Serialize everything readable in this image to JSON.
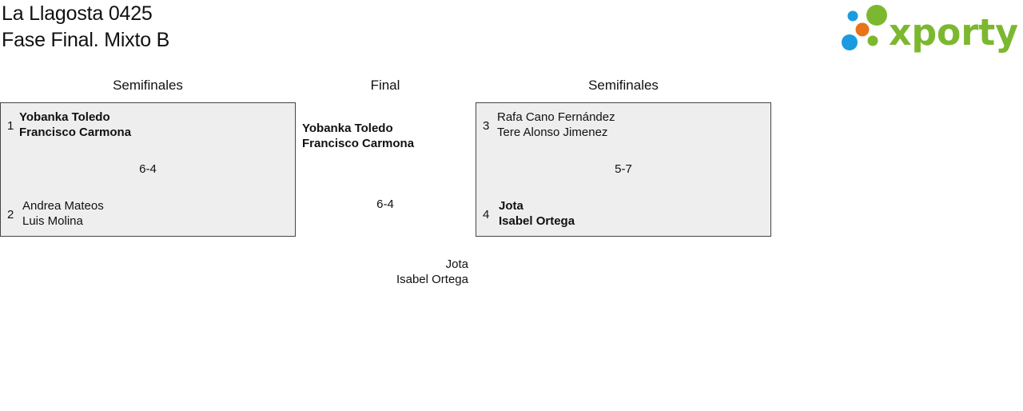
{
  "header": {
    "title_line1": "La Llagosta 0425",
    "title_line2": "Fase Final. Mixto B"
  },
  "logo": {
    "text": "xporty",
    "colors": {
      "green": "#7cb82f",
      "blue": "#1a9be0",
      "orange": "#e8731a"
    }
  },
  "columns": {
    "left": "Semifinales",
    "center": "Final",
    "right": "Semifinales"
  },
  "semifinal_left": {
    "team1": {
      "seed": "1",
      "player1": "Yobanka Toledo",
      "player2": "Francisco Carmona",
      "winner": true
    },
    "score": "6-4",
    "team2": {
      "seed": "2",
      "player1": "Andrea Mateos",
      "player2": "Luis Molina",
      "winner": false
    }
  },
  "semifinal_right": {
    "team1": {
      "seed": "3",
      "player1": "Rafa Cano Fernández",
      "player2": "Tere Alonso Jimenez",
      "winner": false
    },
    "score": "5-7",
    "team2": {
      "seed": "4",
      "player1": "Jota",
      "player2": "Isabel Ortega",
      "winner": true
    }
  },
  "final": {
    "team1": {
      "player1": "Yobanka Toledo",
      "player2": "Francisco Carmona"
    },
    "score": "6-4",
    "team2": {
      "player1": "Jota",
      "player2": "Isabel Ortega"
    }
  }
}
